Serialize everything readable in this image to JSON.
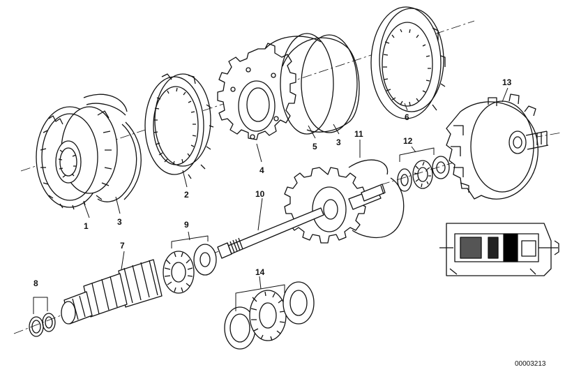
{
  "diagram": {
    "part_labels": {
      "p1": "1",
      "p2": "2",
      "p3a": "3",
      "p3b": "3",
      "p4": "4",
      "p5": "5",
      "p6": "6",
      "p7": "7",
      "p8": "8",
      "p9": "9",
      "p10": "10",
      "p11": "11",
      "p12": "12",
      "p13": "13",
      "p14": "14"
    },
    "image_code": "00003213",
    "colors": {
      "line": "#111111",
      "background": "#ffffff"
    }
  }
}
